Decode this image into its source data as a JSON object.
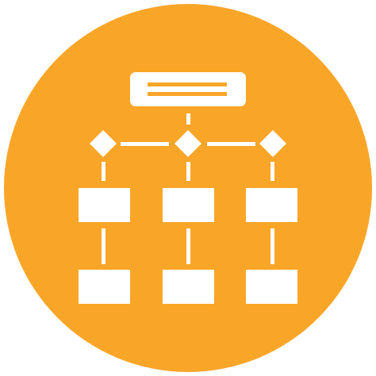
{
  "icon": {
    "name": "flowchart-icon",
    "background_color": "#F9A628",
    "foreground_color": "#FFFFFF",
    "page_background": "#FFFFFF",
    "levels": 3,
    "decision_nodes": 3,
    "process_boxes_per_row": 3,
    "process_rows": 2
  }
}
